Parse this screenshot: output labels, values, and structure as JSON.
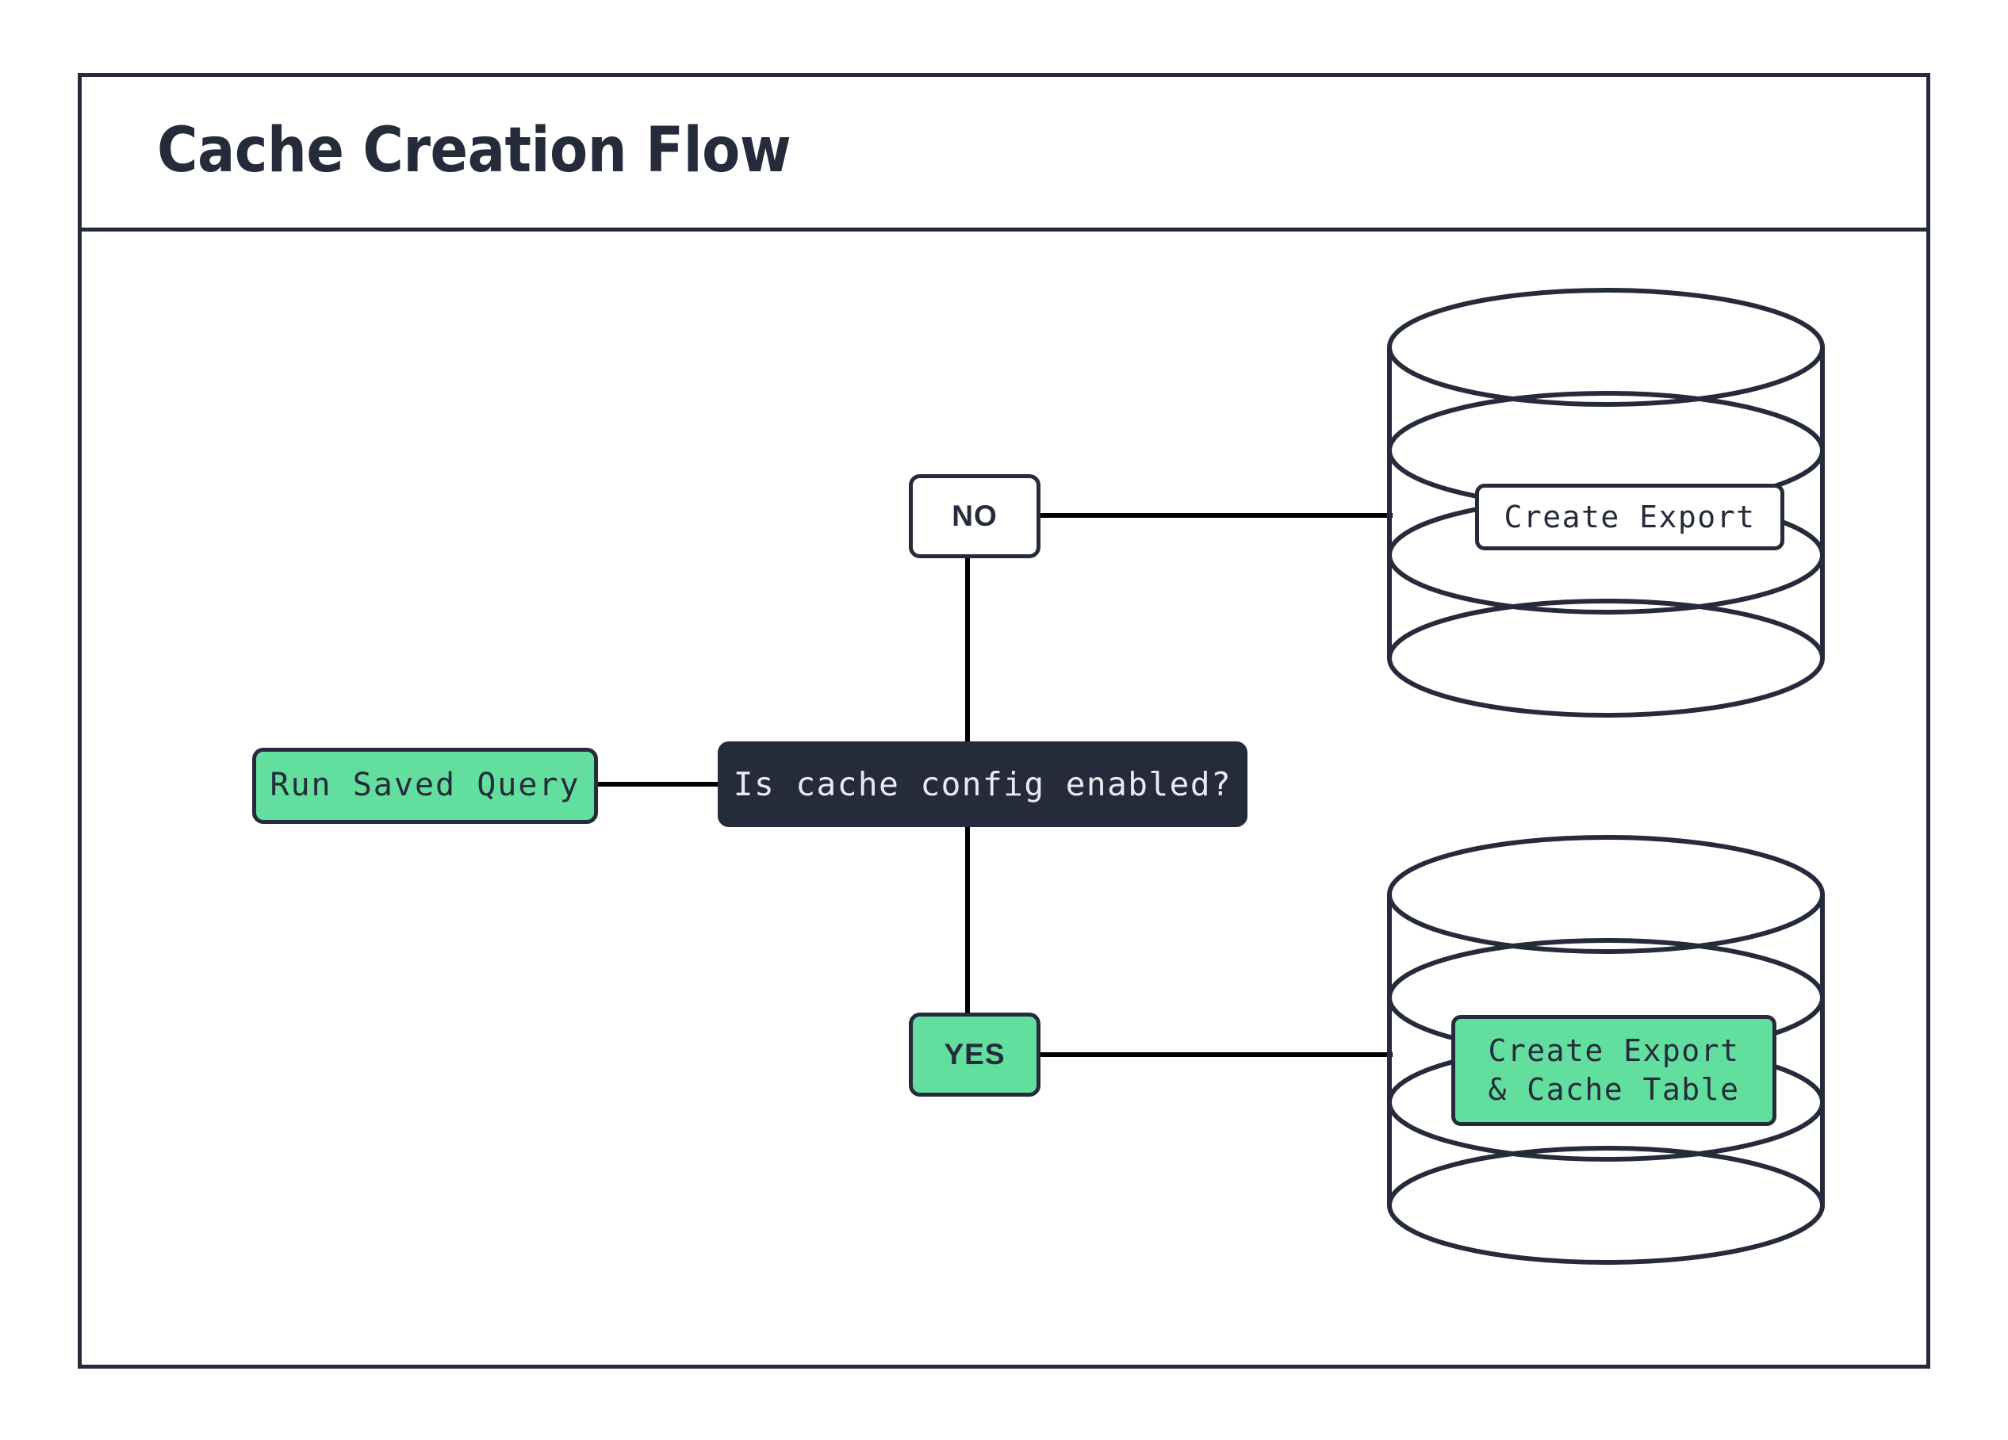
{
  "diagram": {
    "title": "Cache Creation Flow",
    "type": "flowchart",
    "colors": {
      "ink": "#262B3B",
      "accent_green": "#62DE9F",
      "surface": "#ffffff",
      "connector": "#000000"
    },
    "nodes": {
      "run_saved_query": {
        "label": "Run Saved Query",
        "shape": "rounded-rect",
        "fill": "#62DE9F"
      },
      "decision": {
        "label": "Is cache config enabled?",
        "shape": "rounded-rect",
        "fill": "#262B3B"
      },
      "branch_no": {
        "label": "NO",
        "shape": "rounded-rect",
        "fill": "#ffffff"
      },
      "branch_yes": {
        "label": "YES",
        "shape": "rounded-rect",
        "fill": "#62DE9F"
      },
      "database_top": {
        "shape": "cylinder",
        "label": "Create Export",
        "label_fill": "#ffffff"
      },
      "database_bottom": {
        "shape": "cylinder",
        "label_line1": "Create Export",
        "label_line2": "& Cache Table",
        "label_fill": "#62DE9F"
      }
    },
    "edges": [
      {
        "from": "run_saved_query",
        "to": "decision"
      },
      {
        "from": "decision",
        "to": "branch_no",
        "label": "NO"
      },
      {
        "from": "decision",
        "to": "branch_yes",
        "label": "YES"
      },
      {
        "from": "branch_no",
        "to": "database_top"
      },
      {
        "from": "branch_yes",
        "to": "database_bottom"
      }
    ]
  }
}
